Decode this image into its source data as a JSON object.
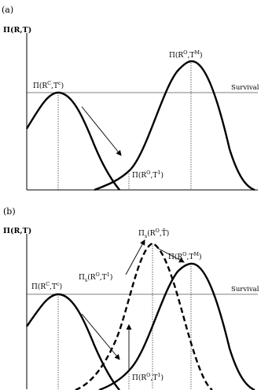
{
  "panel_a": {
    "tag": "(a)",
    "y_label": "Π(R,T)",
    "threshold_label": "Survival",
    "label_c": {
      "main": "Π(R",
      "sup1": "C",
      "mid": ",T",
      "sup2": "c",
      "end": ")"
    },
    "label_o_peak": {
      "main": "Π(R",
      "sup1": "O",
      "mid": ",T",
      "sup2": "M",
      "end": ")"
    },
    "label_o_start": {
      "main": "Π(R",
      "sup1": "O",
      "mid": ",T",
      "sup2": "1",
      "end": ")"
    }
  },
  "panel_b": {
    "tag": "(b)",
    "y_label": "Π(R,T)",
    "threshold_label": "Survival",
    "label_c": {
      "main": "Π(R",
      "sup1": "C",
      "mid": ",T",
      "sup2": "c",
      "end": ")"
    },
    "label_o_peak": {
      "main": "Π(R",
      "sup1": "O",
      "mid": ",T",
      "sup2": "M",
      "end": ")"
    },
    "label_o_start": {
      "main": "Π(R",
      "sup1": "O",
      "mid": ",T",
      "sup2": "1",
      "end": ")"
    },
    "label_s_peak": {
      "main": "Π",
      "sub": "s",
      "mid": "(R",
      "sup1": "O",
      "end": ",T̄)"
    },
    "label_s_start": {
      "main": "Π",
      "sub": "s",
      "mid": "(R",
      "sup1": "O",
      "mid2": ",T",
      "sup2": "1",
      "end": ")"
    }
  }
}
